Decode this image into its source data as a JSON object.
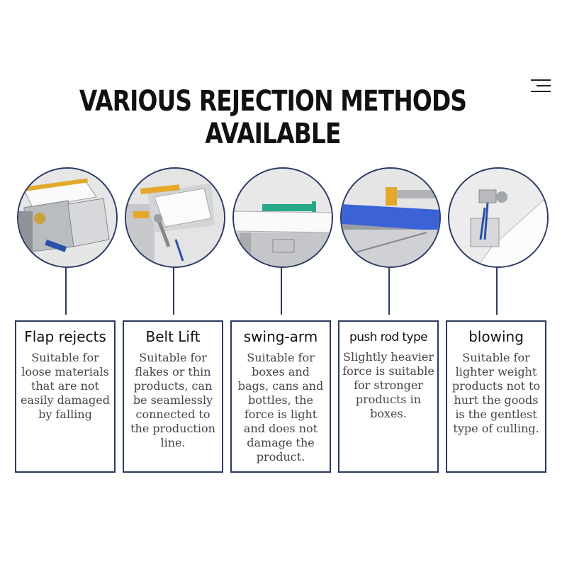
{
  "title": "VARIOUS REJECTION METHODS AVAILABLE",
  "methods": [
    {
      "title": "Flap rejects",
      "description": "Suitable for loose materials that are not easily damaged by falling",
      "image_icon": "flap-reject-machine"
    },
    {
      "title": "Belt Lift",
      "description": "Suitable for flakes or thin products, can be seamlessly connected to the production line.",
      "image_icon": "belt-lift-machine"
    },
    {
      "title": "swing-arm",
      "description": "Suitable for boxes and bags, cans and bottles, the force is light and does not damage the product.",
      "image_icon": "swing-arm-machine"
    },
    {
      "title": "push rod type",
      "description": "Slightly heavier force is suitable for stronger products in boxes.",
      "image_icon": "push-rod-machine"
    },
    {
      "title": "blowing",
      "description": "Suitable for lighter weight products not to hurt the goods is the gentlest type of culling.",
      "image_icon": "air-blowing-nozzle"
    }
  ],
  "colors": {
    "border": "#2b3a63",
    "accent_yellow": "#e3a92b",
    "accent_teal": "#27a88a",
    "accent_blue": "#3b62d6"
  }
}
